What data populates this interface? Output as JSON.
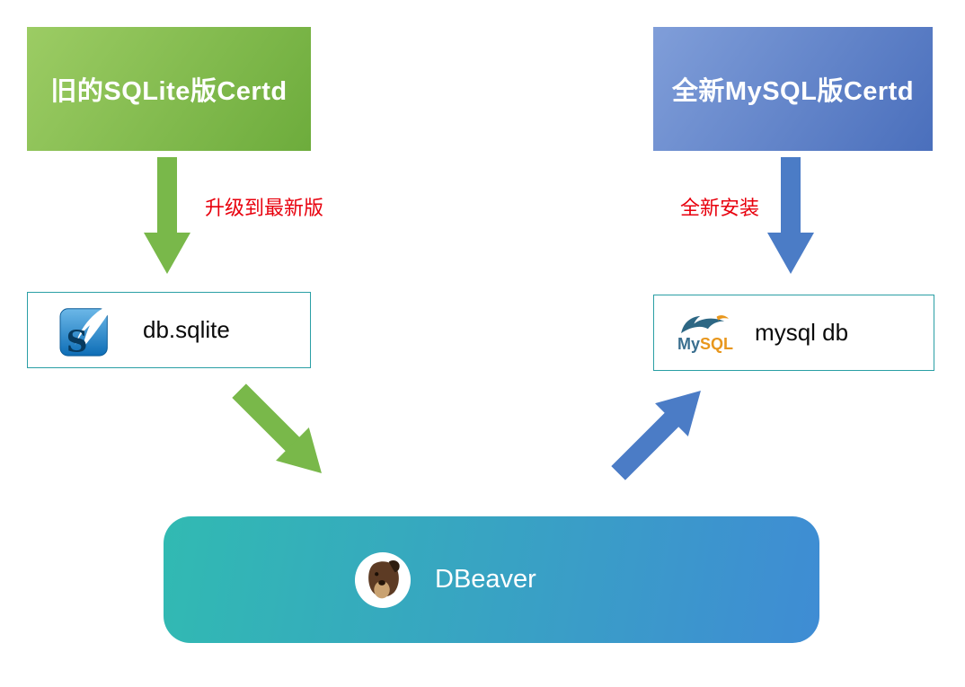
{
  "nodes": {
    "old_certd": {
      "label": "旧的SQLite版Certd"
    },
    "new_certd": {
      "label": "全新MySQL版Certd"
    },
    "sqlite_db": {
      "label": "db.sqlite"
    },
    "mysql_db": {
      "label": "mysql db"
    },
    "dbeaver": {
      "label": "DBeaver"
    }
  },
  "edges": {
    "upgrade": {
      "label": "升级到最新版"
    },
    "fresh_install": {
      "label": "全新安装"
    }
  },
  "logos": {
    "sqlite": {
      "letter": "S"
    },
    "mysql": {
      "my": "My",
      "sql": "SQL"
    }
  },
  "colors": {
    "green_arrow": "#79b84a",
    "blue_arrow": "#4b7cc6",
    "red_label": "#e8000d",
    "node_border": "#2a9fa5",
    "dbeaver_start": "#31bab2",
    "dbeaver_end": "#3f8cd4"
  }
}
